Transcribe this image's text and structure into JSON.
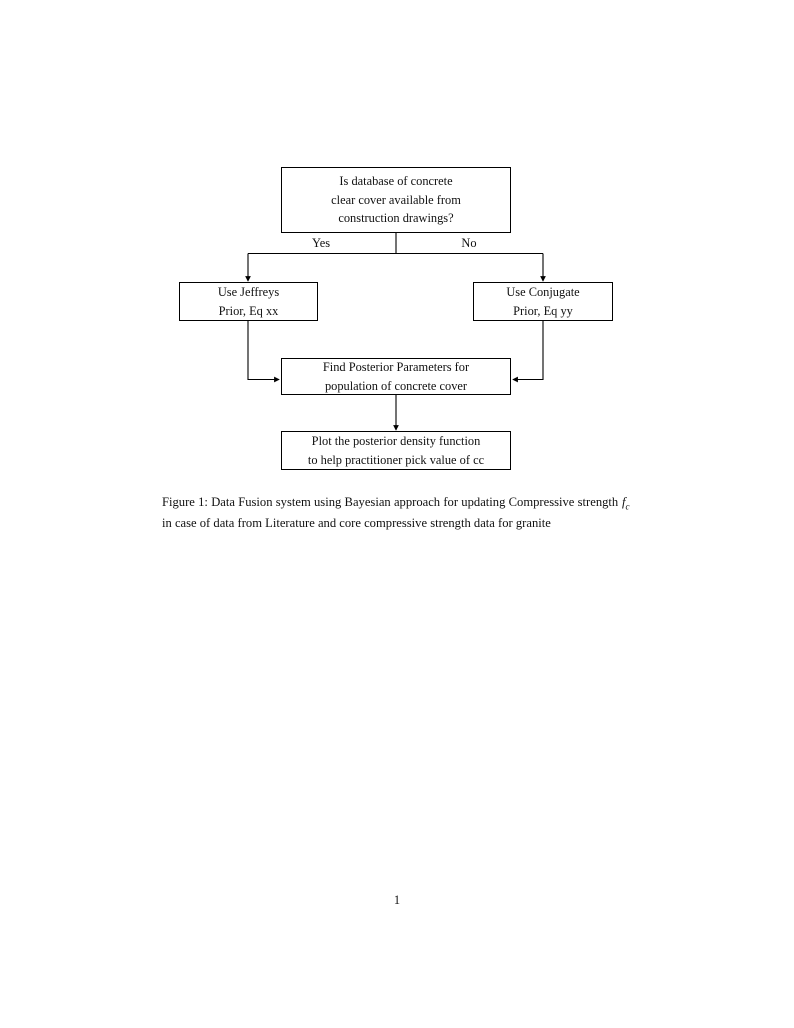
{
  "document": {
    "page_number": "1"
  },
  "figure": {
    "nodes": {
      "decision": {
        "lines": [
          "Is database of concrete",
          "clear cover available from",
          "construction drawings?"
        ]
      },
      "jeffreys": {
        "lines": [
          "Use Jeffreys",
          "Prior, Eq xx"
        ]
      },
      "conjugate": {
        "lines": [
          "Use Conjugate",
          "Prior, Eq yy"
        ]
      },
      "posterior": {
        "lines": [
          "Find Posterior Parameters for",
          "population of concrete cover"
        ]
      },
      "plot": {
        "lines": [
          "Plot the posterior density function",
          "to help practitioner pick value of cc"
        ]
      }
    },
    "edge_labels": {
      "yes": "Yes",
      "no": "No"
    },
    "caption": {
      "label": "Figure 1:",
      "text_before_var": " Data Fusion system using Bayesian approach for updating Compressive strength ",
      "variable": "f",
      "variable_subscript": "c",
      "text_after_var": " in case of data from Literature and core compressive strength data for granite"
    },
    "colors": {
      "stroke": "#000000",
      "text": "#111111",
      "background": "#ffffff"
    }
  }
}
